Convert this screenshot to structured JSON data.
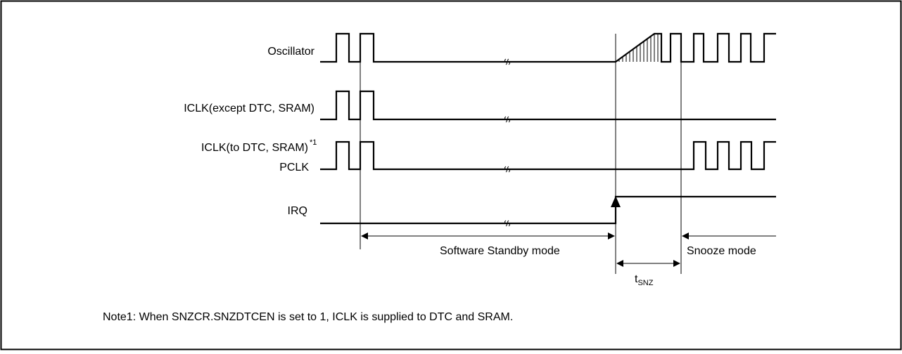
{
  "signals": {
    "oscillator": "Oscillator",
    "iclk_except": "ICLK(except DTC, SRAM)",
    "iclk_to": "ICLK(to DTC, SRAM)",
    "iclk_to_sup": "*1",
    "pclk": "PCLK",
    "irq": "IRQ"
  },
  "periods": {
    "software_standby": "Software Standby mode",
    "snooze": "Snooze mode",
    "t_snz_main": "t",
    "t_snz_sub": "SNZ"
  },
  "note": "Note1: When SNZCR.SNZDTCEN is set to 1, ICLK is supplied to DTC and SRAM."
}
